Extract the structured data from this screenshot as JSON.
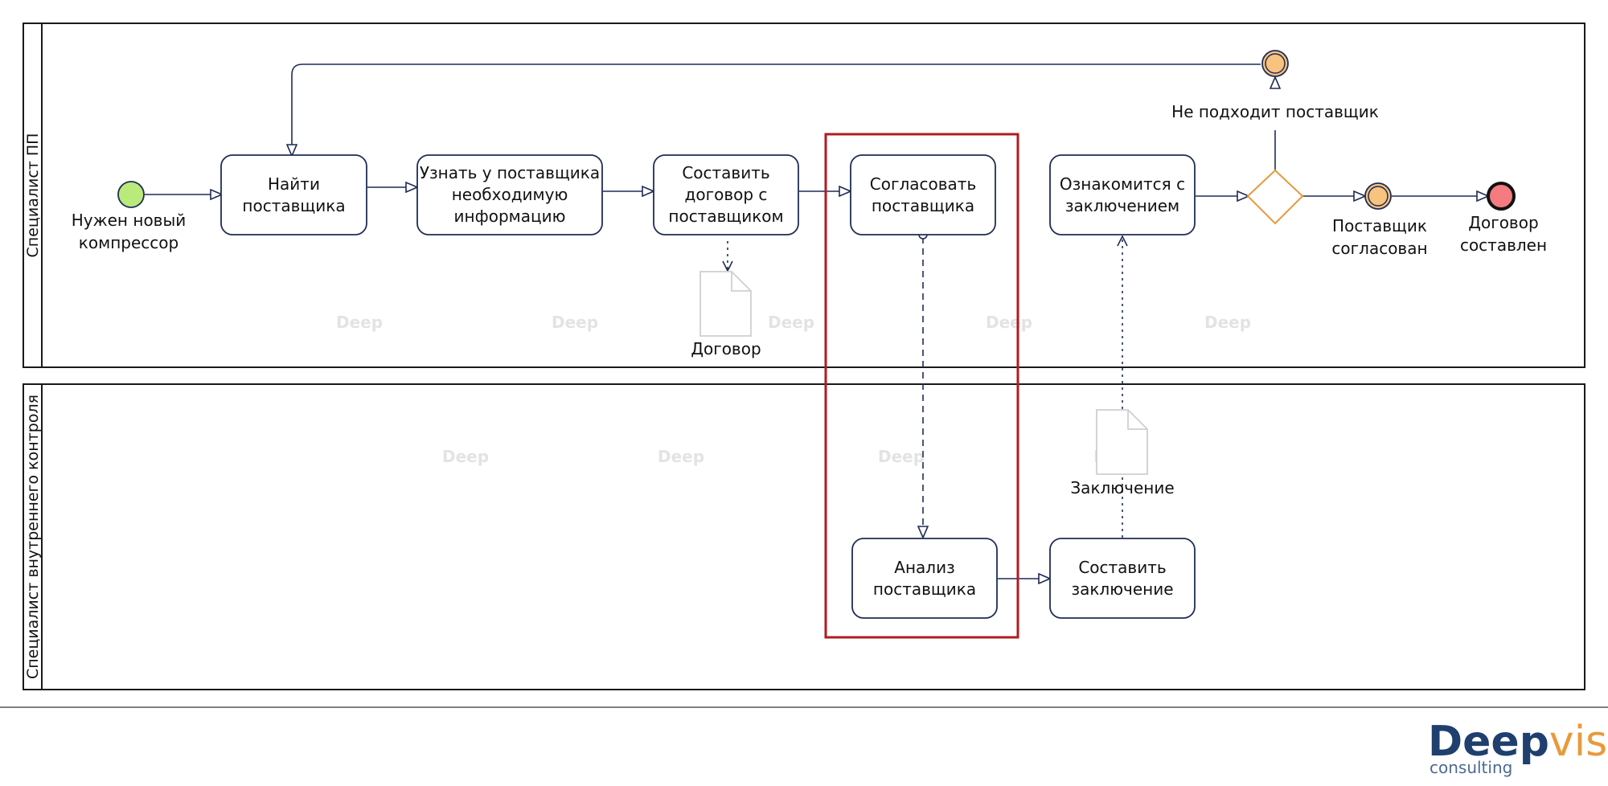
{
  "lanes": {
    "top": "Специалист ПП",
    "bottom": "Специалист внутреннего контроля"
  },
  "events": {
    "start": [
      "Нужен новый",
      "компрессор"
    ],
    "wrong_supplier": "Не подходит поставщик",
    "supplier_agreed": [
      "Поставщик",
      "согласован"
    ],
    "end": [
      "Договор",
      "составлен"
    ]
  },
  "tasks": {
    "find_supplier": [
      "Найти",
      "поставщика"
    ],
    "ask_info": [
      "Узнать у поставщика",
      "необходимую",
      "информацию"
    ],
    "make_contract": [
      "Составить",
      "договор с",
      "поставщиком"
    ],
    "approve_supplier": [
      "Согласовать",
      "поставщика"
    ],
    "review_conclusion": [
      "Ознакомится с",
      "заключением"
    ],
    "analyze_supplier": [
      "Анализ",
      "поставщика"
    ],
    "write_conclusion": [
      "Составить",
      "заключение"
    ]
  },
  "documents": {
    "contract": "Договор",
    "conclusion": "Заключение"
  },
  "watermark": "Deep",
  "logo": {
    "deep": "Deep",
    "vision": "vision",
    "consulting": "consulting"
  },
  "colors": {
    "line": "#1f2d55",
    "start_fill": "#b9ea7a",
    "intermediate_fill": "#f8c27f",
    "gateway_stroke": "#e79a3c",
    "end_fill": "#f47b7f",
    "highlight": "#b01c22"
  }
}
